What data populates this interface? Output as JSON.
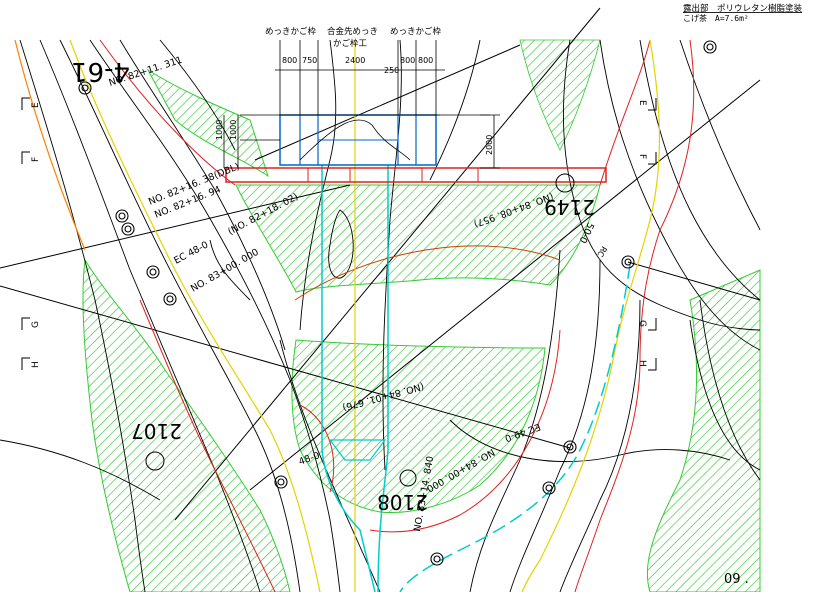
{
  "drawing": {
    "top_note": {
      "line1": "露出部　ポリウレタン樹脂塗装",
      "line2": "こげ茶　A=7.6m²"
    },
    "header_labels": {
      "mekki_left": "めっきかご枠",
      "alloy": "合金先めっき",
      "kagowaku": "かご枠工",
      "mekki_right": "めっきかご枠"
    },
    "dims_top": {
      "d800a": "800",
      "d750": "750",
      "d2400": "2400",
      "d250": "250",
      "d800b": "800",
      "d800c": "800"
    },
    "dims_vert": {
      "d1000a": "1000",
      "d1000b": "1000",
      "d2000": "2000"
    },
    "station_labels": {
      "no82_11": "NO. 82+11. 311",
      "no82_16a": "NO. 82+16. 38(DBL)",
      "no82_16b": "NO. 82+16. 94",
      "no82_18": "(NO. 82+18. 02)",
      "ec48": "EC 48-0",
      "no83_00": "NO. 83+00. 000",
      "no84_08": "(NO. 84+08. 957)",
      "c50": "50-0",
      "no84_01": "(NO. 84+01. 676)",
      "ec49": "EC 49-0",
      "no84_00": "NO. 84+00. 000",
      "no83_14": "NO. 83+14. 840",
      "c48_bottom": "48-0",
      "rc": "RC",
      "big_4_61": "4-61"
    },
    "plot_numbers": {
      "p2149": "2149",
      "p2107": "2107",
      "p2108": "2108"
    },
    "section_markers": {
      "E": "E",
      "F": "F",
      "G": "G",
      "H": "H"
    },
    "corner_label": "09 ."
  }
}
